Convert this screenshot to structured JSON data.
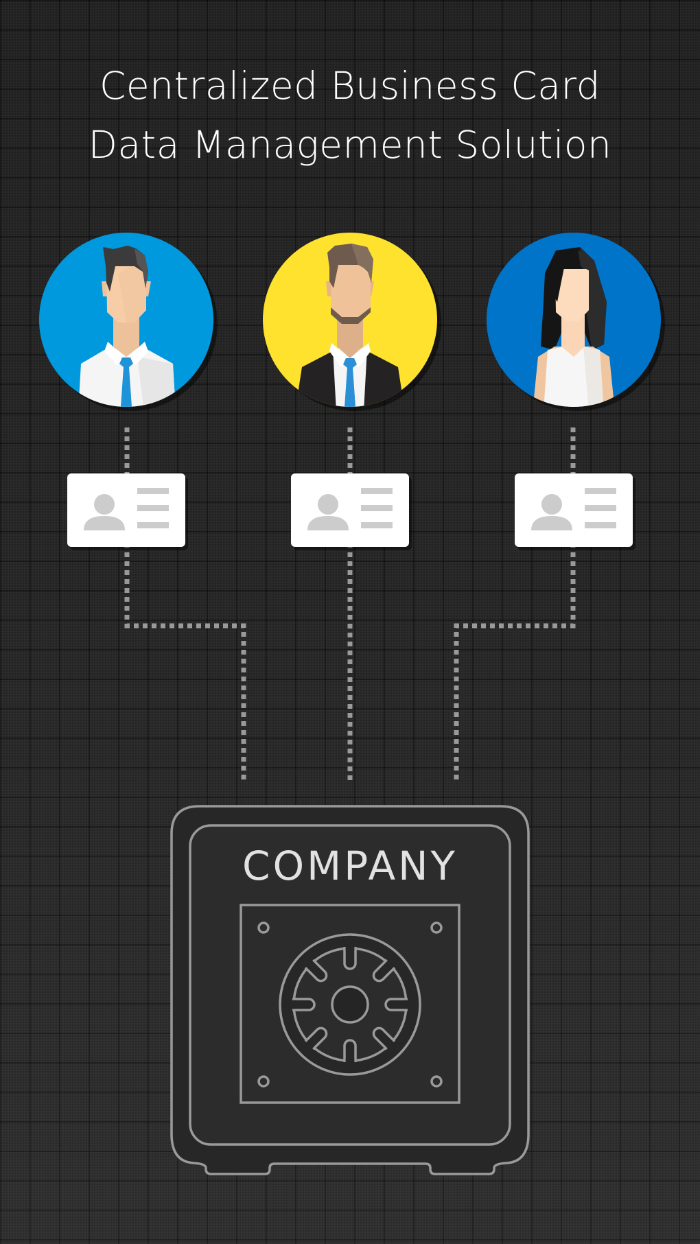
{
  "title": {
    "line1": "Centralized Business Card",
    "line2": "Data Management Solution",
    "color": "#ffffff"
  },
  "people": [
    {
      "role": "employee",
      "circle_color": "#0099dd",
      "hair_color": "#3b3b3b",
      "outfit": "white shirt with blue tie",
      "tie_color": "#1e93d8",
      "card_icon": "contact-card-icon"
    },
    {
      "role": "manager",
      "circle_color": "#ffe22e",
      "hair_color": "#6e5b4d",
      "outfit": "black suit, white shirt, blue tie",
      "tie_color": "#2a8fd6",
      "card_icon": "contact-card-icon"
    },
    {
      "role": "employee",
      "circle_color": "#0074c8",
      "hair_color": "#151515",
      "outfit": "white sleeveless top",
      "card_icon": "contact-card-icon"
    }
  ],
  "connector": {
    "style": "dotted",
    "color": "#9a9a9a"
  },
  "safe": {
    "label": "COMPANY",
    "label_color": "#e2e2e2",
    "stroke_color": "#9a9a9a",
    "fill_color": "#272727",
    "icon": "safe-vault-icon"
  },
  "colors": {
    "background": "#2a2a2a",
    "card_bg": "#ffffff",
    "card_icon": "#cccccc"
  }
}
